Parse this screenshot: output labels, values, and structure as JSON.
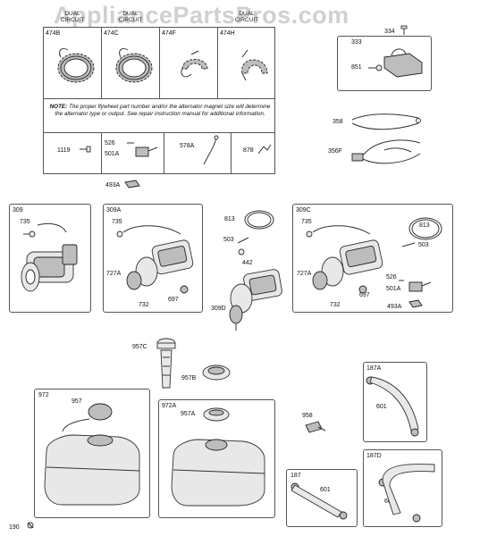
{
  "watermark": "AppliancePartsPros.com",
  "top_table": {
    "headers": [
      "DUAL CIRCUIT",
      "DUAL CIRCUIT",
      "",
      "DUAL CIRCUIT"
    ],
    "codes": [
      "474B",
      "474C",
      "474F",
      "474H"
    ],
    "note_label": "NOTE:",
    "note_text": "The proper flywheel part number and/or the alternator magnet size will determine the alternator type or output. See repair instruction manual for additional information.",
    "row2": [
      "1119",
      "526",
      "501A",
      "578A",
      "878"
    ]
  },
  "labels": {
    "p493A_top": "493A",
    "p334": "334",
    "p333": "333",
    "p851": "851",
    "p358": "358",
    "p356F": "356F",
    "b309": "309",
    "b309_735": "735",
    "b309A": "309A",
    "b309A_735": "735",
    "b309A_727A": "727A",
    "b309A_697": "697",
    "b309A_732": "732",
    "p813": "813",
    "p503": "503",
    "p442": "442",
    "p309D": "309D",
    "b309C": "309C",
    "b309C_735": "735",
    "b309C_813": "813",
    "b309C_503": "503",
    "b309C_727A": "727A",
    "b309C_526": "526",
    "b309C_501A": "501A",
    "b309C_697": "697",
    "b309C_732": "732",
    "b309C_493A": "493A",
    "p957C": "957C",
    "p957B": "957B",
    "b972": "972",
    "b972_957": "957",
    "b972A": "972A",
    "b972A_957A": "957A",
    "p958": "958",
    "b187A": "187A",
    "b187A_601": "601",
    "b187": "187",
    "b187_601": "601",
    "b187D": "187D",
    "b187D_601": "601",
    "p190": "190"
  }
}
